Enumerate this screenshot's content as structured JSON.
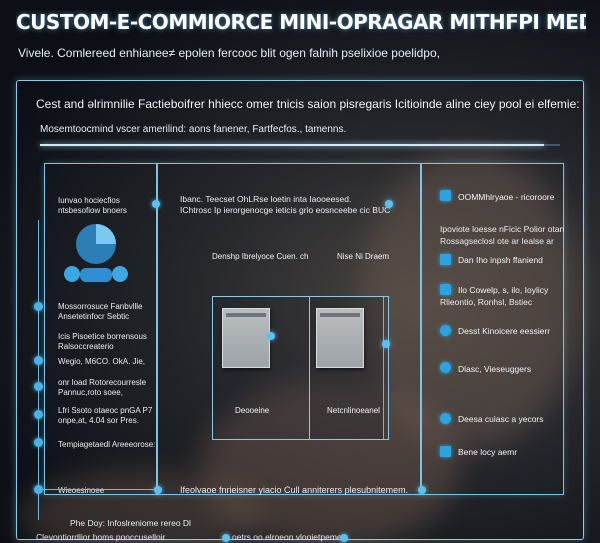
{
  "header": {
    "title": "CUSTOM-E-COMMIORCE MINI-OPRAGAR MITHFPI MEDEL V BRERSS",
    "subtitle": "Vivele. Comlereed enhianee≠ epolen fercooc blit ogen falnih pselixioe poelidpo,"
  },
  "panel": {
    "heading": "Cest and ǝlrimnilie Factieboifrer hhiecc omer tnicis saion pisregaris Icitioinde aline ciey pool ei elfemie:",
    "nav": "Mosemtoocmind vscer amerilind: aons fanener,   Fartfecfos.,  tamenns.",
    "progress": 0.97
  },
  "sidebar": {
    "heading_1": "Iunvao hociecfios",
    "heading_2": "ntsbesofiow bnoers",
    "items": [
      {
        "line1": "Mossorrosuce Fanbvllle",
        "line2": "Ansetetinfocr Sebtic"
      },
      {
        "line1": "Icis Pisoetice borrensous",
        "line2": "Ralsoccreaterio"
      },
      {
        "line1": "Wegio, M6CO. OkA. Jie,",
        "line2": ""
      },
      {
        "line1": "onr load Rotorecourresle",
        "line2": "Pannuc,roto soee,"
      },
      {
        "line1": "Lfri Ssoto otaeoc pnGA P7",
        "line2": "onpe,at, 4.04 sor Pres."
      },
      {
        "line1": "Tempiagetaedl Areeeorose:",
        "line2": ""
      },
      {
        "line1": "Wieoesinoee",
        "line2": ""
      }
    ]
  },
  "center": {
    "intro_line1": "Ibanc. Teecset OhLRse loetin inta Iaooeesed.",
    "intro_line2": "IChtrosc Ip ierorgenocge ieticis grio eosnceebe cic BUC",
    "panel_left_label": "Denshp Ibrelyoce Cuen. ch",
    "panel_right_label": "Nise Ni Draem",
    "caption_left": "Deooeine",
    "caption_right": "Netcnlinoeanel",
    "bottom_caption": "Ifeolvaoe fnrieisner yiacio Cull anniterers plesubnitemem.",
    "footer_left": "Phe Doy: Infoslreniome rereo  Dl",
    "footer_left2": "Clevontiordlior homs pooccuselloir",
    "footer_center": "oetrs   oo elroeon vlooietpeme"
  },
  "right_panel": {
    "items": [
      {
        "icon": "chart-icon",
        "text": "OOMMhlryaoe - ricoroore"
      },
      {
        "icon": "none",
        "text": "Ipoviote loesse nFicic Polior otan"
      },
      {
        "icon": "none",
        "text": "Rossagseclosl ote ar Iealse ar"
      },
      {
        "icon": "file-icon",
        "text": "Dan Iho inpsh ffaniend"
      },
      {
        "icon": "chart-icon",
        "text": "Ilo Cowelp, s, ilo, Ioylicy"
      },
      {
        "icon": "none",
        "text": "Rlieontio, Ronhsl, Bstiec"
      },
      {
        "icon": "chat-icon",
        "text": "Desst Kinoicere eessierr"
      },
      {
        "icon": "chat-icon",
        "text": "Dlasc, Vieseuggers"
      },
      {
        "icon": "chat-icon",
        "text": "Deesa cuiasc a yecors"
      },
      {
        "icon": "file-icon",
        "text": "Bene locy aemr"
      }
    ]
  },
  "colors": {
    "accent": "#49b3e6",
    "frame": "#7fc3e4",
    "text": "#e8eef2"
  }
}
